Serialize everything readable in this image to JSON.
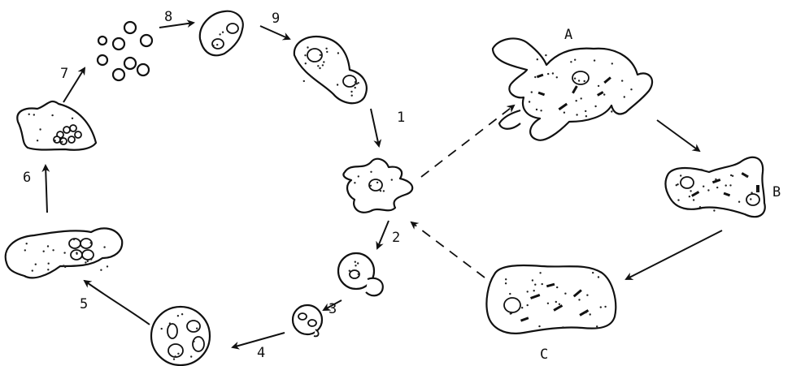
{
  "diagram": {
    "labels": {
      "n1": "1",
      "n2": "2",
      "n3": "3",
      "n4": "4",
      "n5": "5",
      "n6": "6",
      "n7": "7",
      "n8": "8",
      "n9": "9",
      "A": "A",
      "B": "B",
      "C": "C"
    }
  }
}
